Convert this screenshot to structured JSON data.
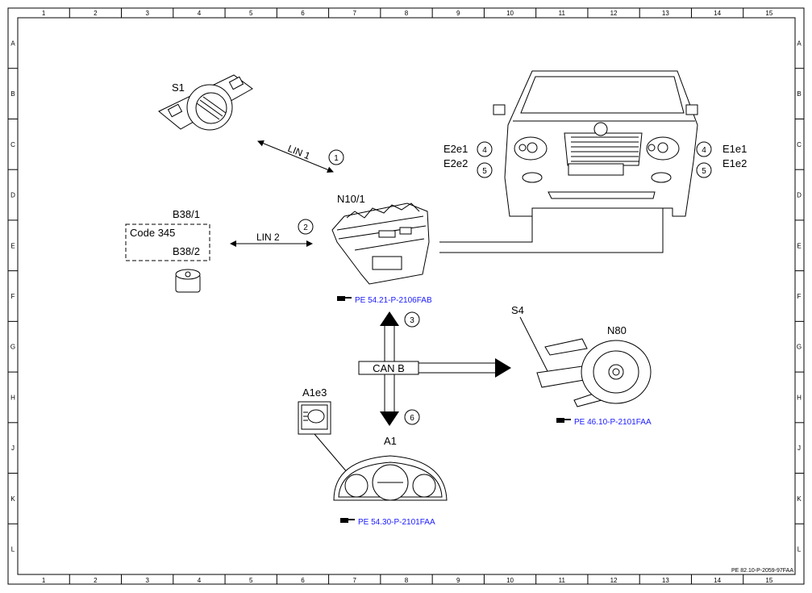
{
  "grid": {
    "columns": [
      "1",
      "2",
      "3",
      "4",
      "5",
      "6",
      "7",
      "8",
      "9",
      "10",
      "11",
      "12",
      "13",
      "14",
      "15"
    ],
    "rows": [
      "A",
      "B",
      "C",
      "D",
      "E",
      "F",
      "G",
      "H",
      "J",
      "K",
      "L"
    ]
  },
  "components": {
    "s1": "S1",
    "b38_1": "B38/1",
    "code": "Code 345",
    "b38_2": "B38/2",
    "n10_1": "N10/1",
    "e2e1": "E2e1",
    "e2e2": "E2e2",
    "e1e1": "E1e1",
    "e1e2": "E1e2",
    "s4": "S4",
    "n80": "N80",
    "a1e3": "A1e3",
    "a1": "A1"
  },
  "connections": {
    "lin1": "LIN 1",
    "lin2": "LIN 2",
    "canb": "CAN B"
  },
  "callouts": {
    "c1": "1",
    "c2": "2",
    "c3": "3",
    "c4a": "4",
    "c5a": "5",
    "c4b": "4",
    "c5b": "5",
    "c6": "6"
  },
  "references": {
    "ref_n10": "PE 54.21-P-2106FAB",
    "ref_n80": "PE 46.10-P-2101FAA",
    "ref_a1": "PE 54.30-P-2101FAA"
  },
  "footer": {
    "doc_id": "PE 82.10-P-2059-97FAA"
  },
  "icons": {
    "reference": "pointing-hand-icon"
  }
}
